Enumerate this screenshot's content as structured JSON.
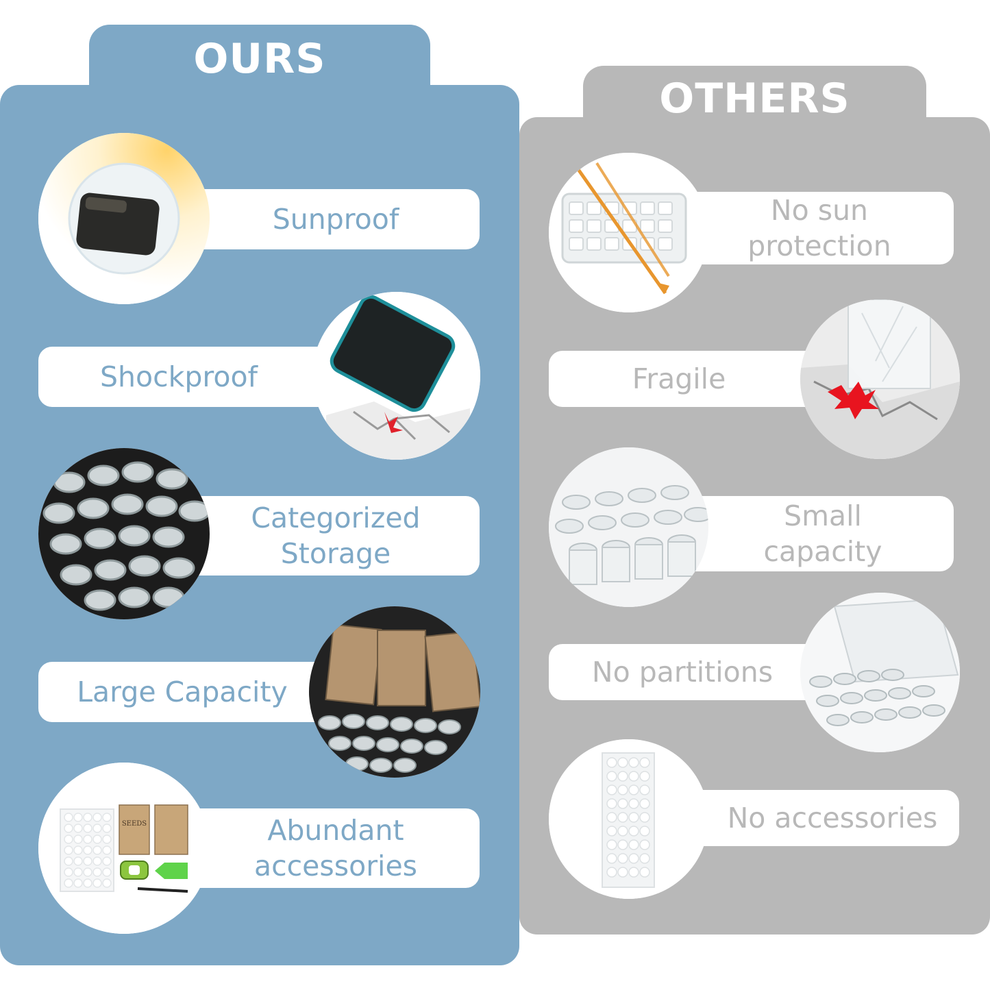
{
  "ours": {
    "title": "OURS",
    "features": [
      {
        "label": "Sunproof"
      },
      {
        "label": "Shockproof"
      },
      {
        "label_line1": "Categorized",
        "label_line2": "Storage"
      },
      {
        "label": "Large Capacity"
      },
      {
        "label_line1": "Abundant",
        "label_line2": "accessories"
      }
    ],
    "seed_packet_text": "SEEDS"
  },
  "others": {
    "title": "OTHERS",
    "features": [
      {
        "label_line1": "No sun",
        "label_line2": "protection"
      },
      {
        "label": "Fragile"
      },
      {
        "label_line1": "Small",
        "label_line2": "capacity"
      },
      {
        "label": "No partitions"
      },
      {
        "label": "No accessories"
      }
    ]
  },
  "colors": {
    "ours_blue": "#7ea8c6",
    "others_gray": "#b8b8b8",
    "white": "#ffffff"
  }
}
